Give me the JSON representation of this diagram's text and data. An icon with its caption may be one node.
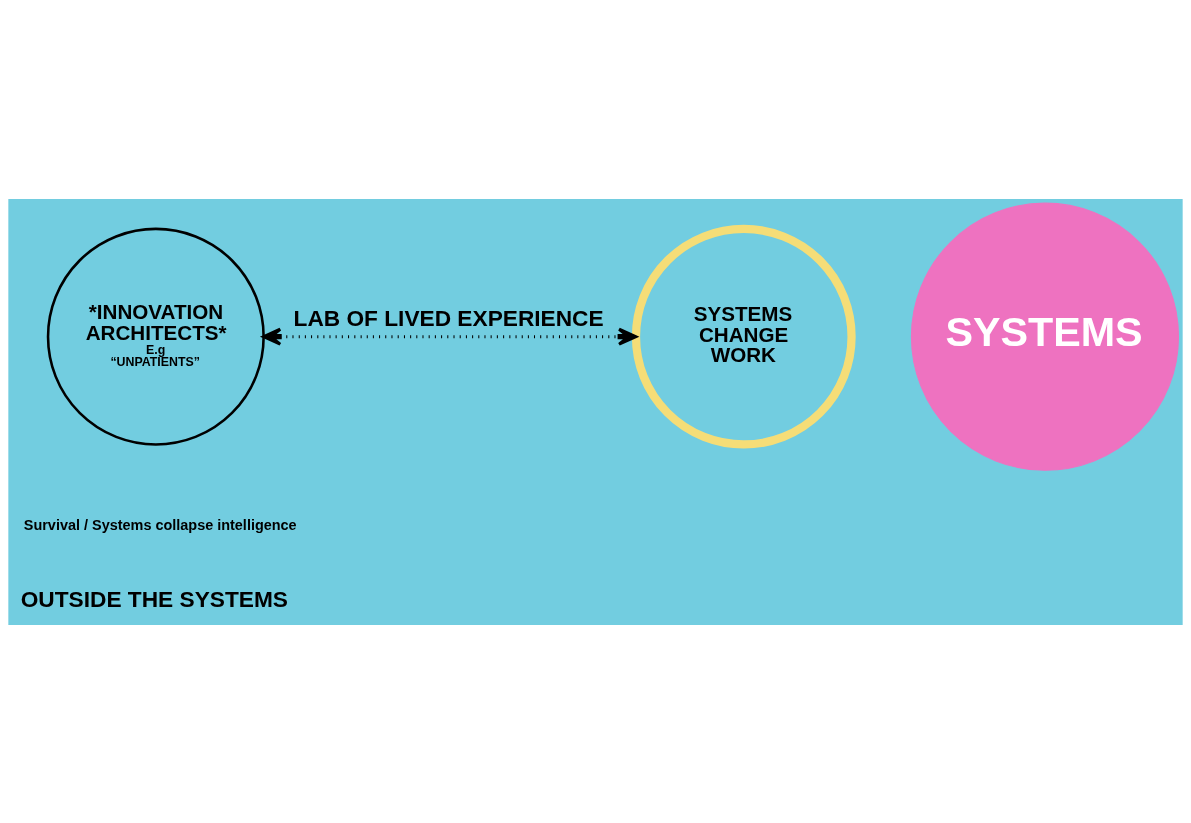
{
  "diagram": {
    "nodes": [
      {
        "text": [
          "*INNOVATION ARCHITECTS*",
          "E.g “UNPATIENTS”"
        ]
      },
      {
        "text": [
          "SYSTEMS CHANGE WORK"
        ]
      },
      {
        "text": [
          "SYSTEMS"
        ]
      }
    ],
    "edges": [
      {
        "from": 0,
        "to": 1,
        "arrow": "both",
        "style": "dashed",
        "label": "LAB OF LIVED EXPERIENCE"
      }
    ],
    "labels": [
      "Survival / Systems collapse intelligence",
      "OUTSIDE THE SYSTEMS"
    ]
  }
}
